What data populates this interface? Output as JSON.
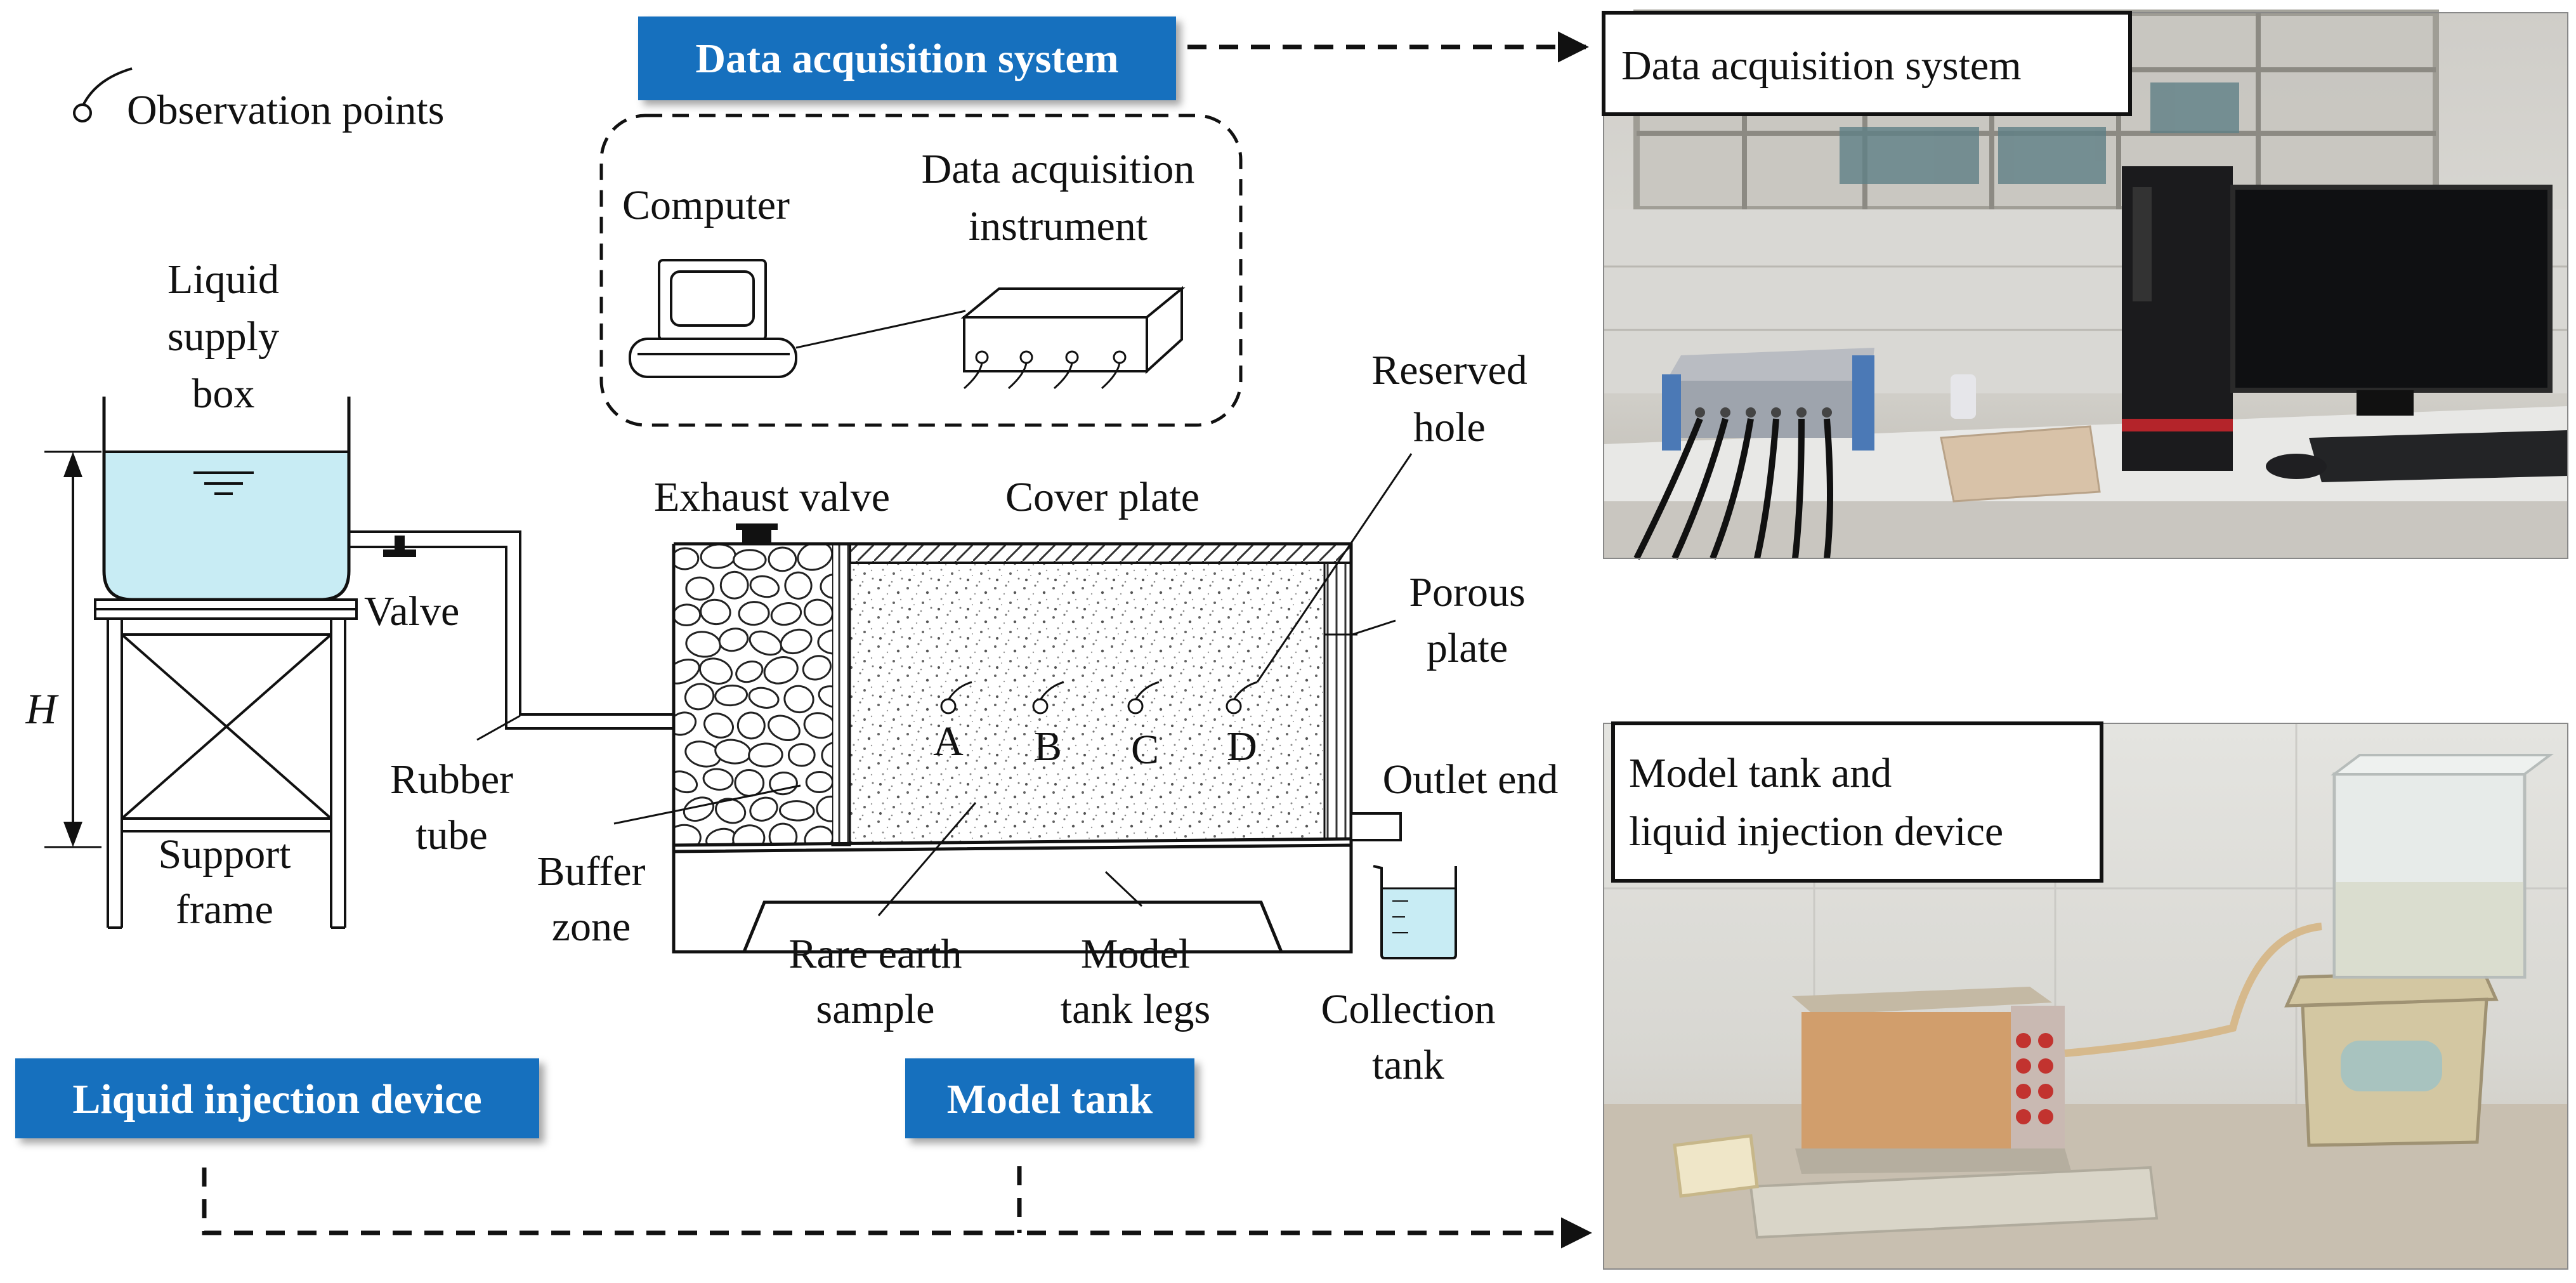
{
  "legend": {
    "label": "Observation points"
  },
  "sections": {
    "data_acquisition": "Data acquisition system",
    "liquid_injection": "Liquid injection device",
    "model_tank": "Model tank"
  },
  "photos": {
    "top_caption": "Data acquisition system",
    "bottom_caption": [
      "Model tank and",
      "liquid injection device"
    ]
  },
  "labels": {
    "computer": "Computer",
    "daq_instrument": [
      "Data acquisition",
      "instrument"
    ],
    "liquid_supply_box": [
      "Liquid",
      "supply",
      "box"
    ],
    "height": "H",
    "valve": "Valve",
    "rubber_tube": [
      "Rubber",
      "tube"
    ],
    "support_frame": [
      "Support",
      "frame"
    ],
    "exhaust_valve": "Exhaust valve",
    "cover_plate": "Cover plate",
    "reserved_hole": [
      "Reserved",
      "hole"
    ],
    "porous_plate": [
      "Porous",
      "plate"
    ],
    "outlet_end": "Outlet end",
    "buffer_zone": [
      "Buffer",
      "zone"
    ],
    "rare_earth_sample": [
      "Rare earth",
      "sample"
    ],
    "model_tank_legs": [
      "Model",
      "tank legs"
    ],
    "collection_tank": [
      "Collection",
      "tank"
    ]
  },
  "points": [
    "A",
    "B",
    "C",
    "D"
  ],
  "colors": {
    "banner": "#1570be",
    "water": "#c8ecf4",
    "ink": "#111111"
  }
}
